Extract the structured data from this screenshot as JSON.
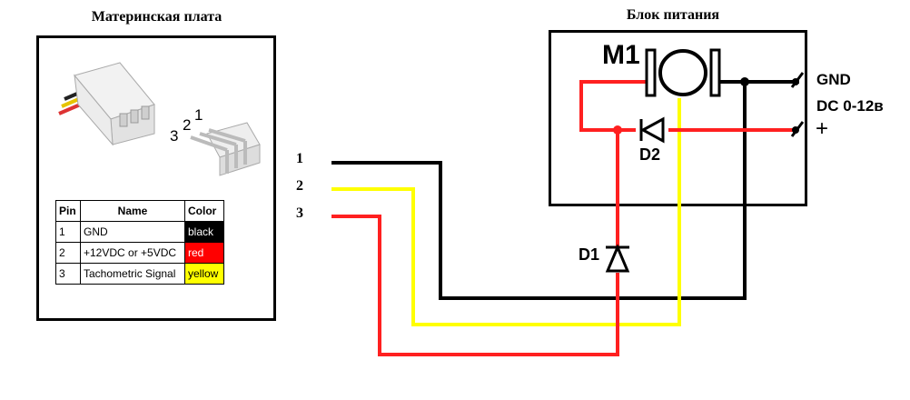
{
  "motherboard": {
    "title": "Материнская плата",
    "connector_numbers": [
      "3",
      "2",
      "1"
    ],
    "table": {
      "headers": [
        "Pin",
        "Name",
        "Color"
      ],
      "rows": [
        {
          "pin": "1",
          "name": "GND",
          "color": "black"
        },
        {
          "pin": "2",
          "name": "+12VDC or +5VDC",
          "color": "red"
        },
        {
          "pin": "3",
          "name": "Tachometric Signal",
          "color": "yellow"
        }
      ]
    }
  },
  "power_supply": {
    "title": "Блок питания",
    "motor_label": "M1",
    "diode2_label": "D2",
    "gnd_label": "GND",
    "dc_label": "DC 0-12в",
    "plus_label": "+"
  },
  "wires": {
    "labels": [
      "1",
      "2",
      "3"
    ],
    "diode1_label": "D1",
    "colors": {
      "black": "#000000",
      "yellow": "#ffff00",
      "red": "#ff2020"
    }
  }
}
